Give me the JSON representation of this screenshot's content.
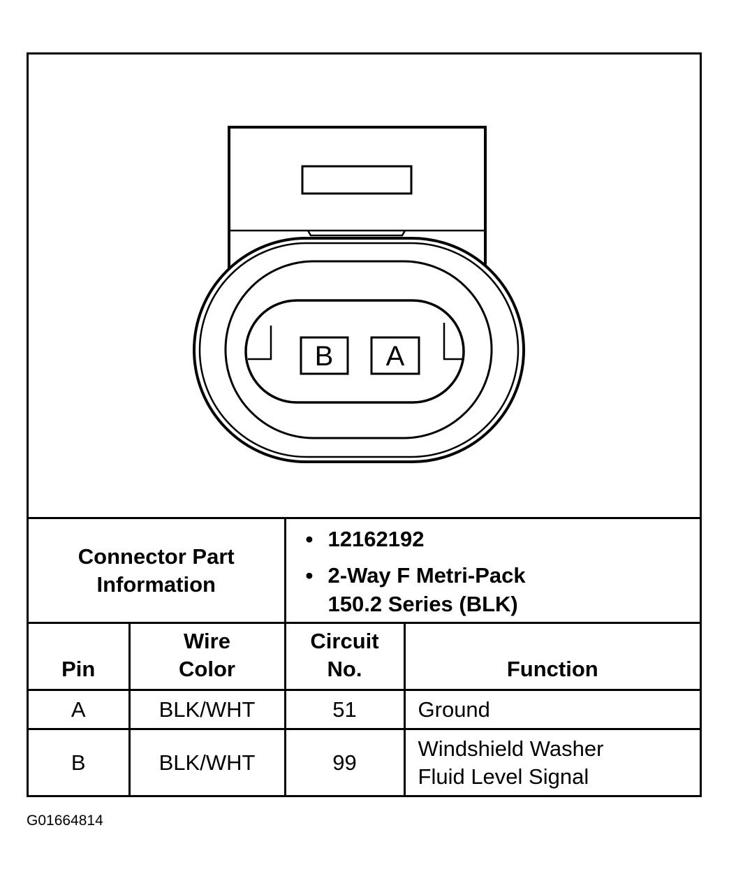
{
  "connector": {
    "pins": [
      "B",
      "A"
    ]
  },
  "part_info": {
    "label_line1": "Connector Part",
    "label_line2": "Information",
    "items": [
      {
        "line1": "12162192"
      },
      {
        "line1": "2-Way F Metri-Pack",
        "line2": "150.2 Series (BLK)"
      }
    ]
  },
  "table": {
    "headers": {
      "pin": "Pin",
      "wire_line1": "Wire",
      "wire_line2": "Color",
      "circuit_line1": "Circuit",
      "circuit_line2": "No.",
      "function": "Function"
    },
    "rows": [
      {
        "pin": "A",
        "wire": "BLK/WHT",
        "circuit": "51",
        "function_line1": "Ground"
      },
      {
        "pin": "B",
        "wire": "BLK/WHT",
        "circuit": "99",
        "function_line1": "Windshield Washer",
        "function_line2": "Fluid Level Signal"
      }
    ]
  },
  "figure_id": "G01664814"
}
